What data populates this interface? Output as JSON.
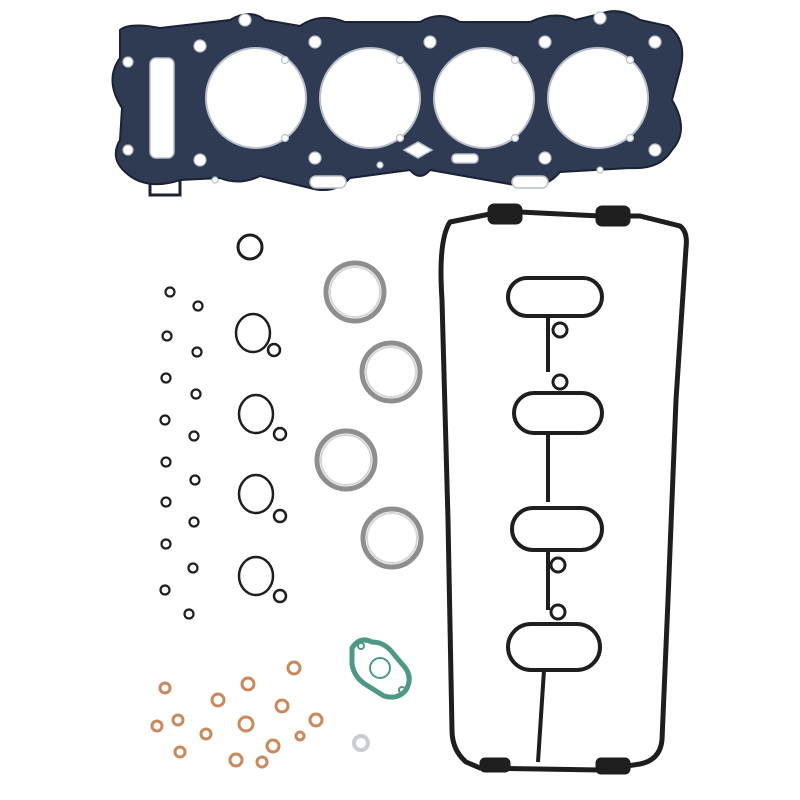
{
  "image": {
    "subject": "engine-top-end-gasket-set",
    "background": "#ffffff"
  },
  "colors": {
    "head_gasket_fill": "#2f3b52",
    "head_gasket_edge": "#1a2233",
    "rubber_black": "#1e1e1e",
    "steel_ring": "#8e8e8e",
    "steel_ring_inner": "#d6d6d6",
    "copper_washer": "#c9895a",
    "copper_washer_inner": "#e9c6a8",
    "green_gasket": "#4c9a86",
    "aluminum_washer": "#c8cdd3"
  },
  "parts": {
    "head_gasket": {
      "bores": 4
    },
    "valve_cover_gasket": {
      "lobes": 4
    },
    "exhaust_rings": 4,
    "orings_small": 18,
    "orings_with_tab": 4,
    "copper_washers": 15,
    "tensioner_gasket": 1,
    "aluminum_washer": 1
  }
}
